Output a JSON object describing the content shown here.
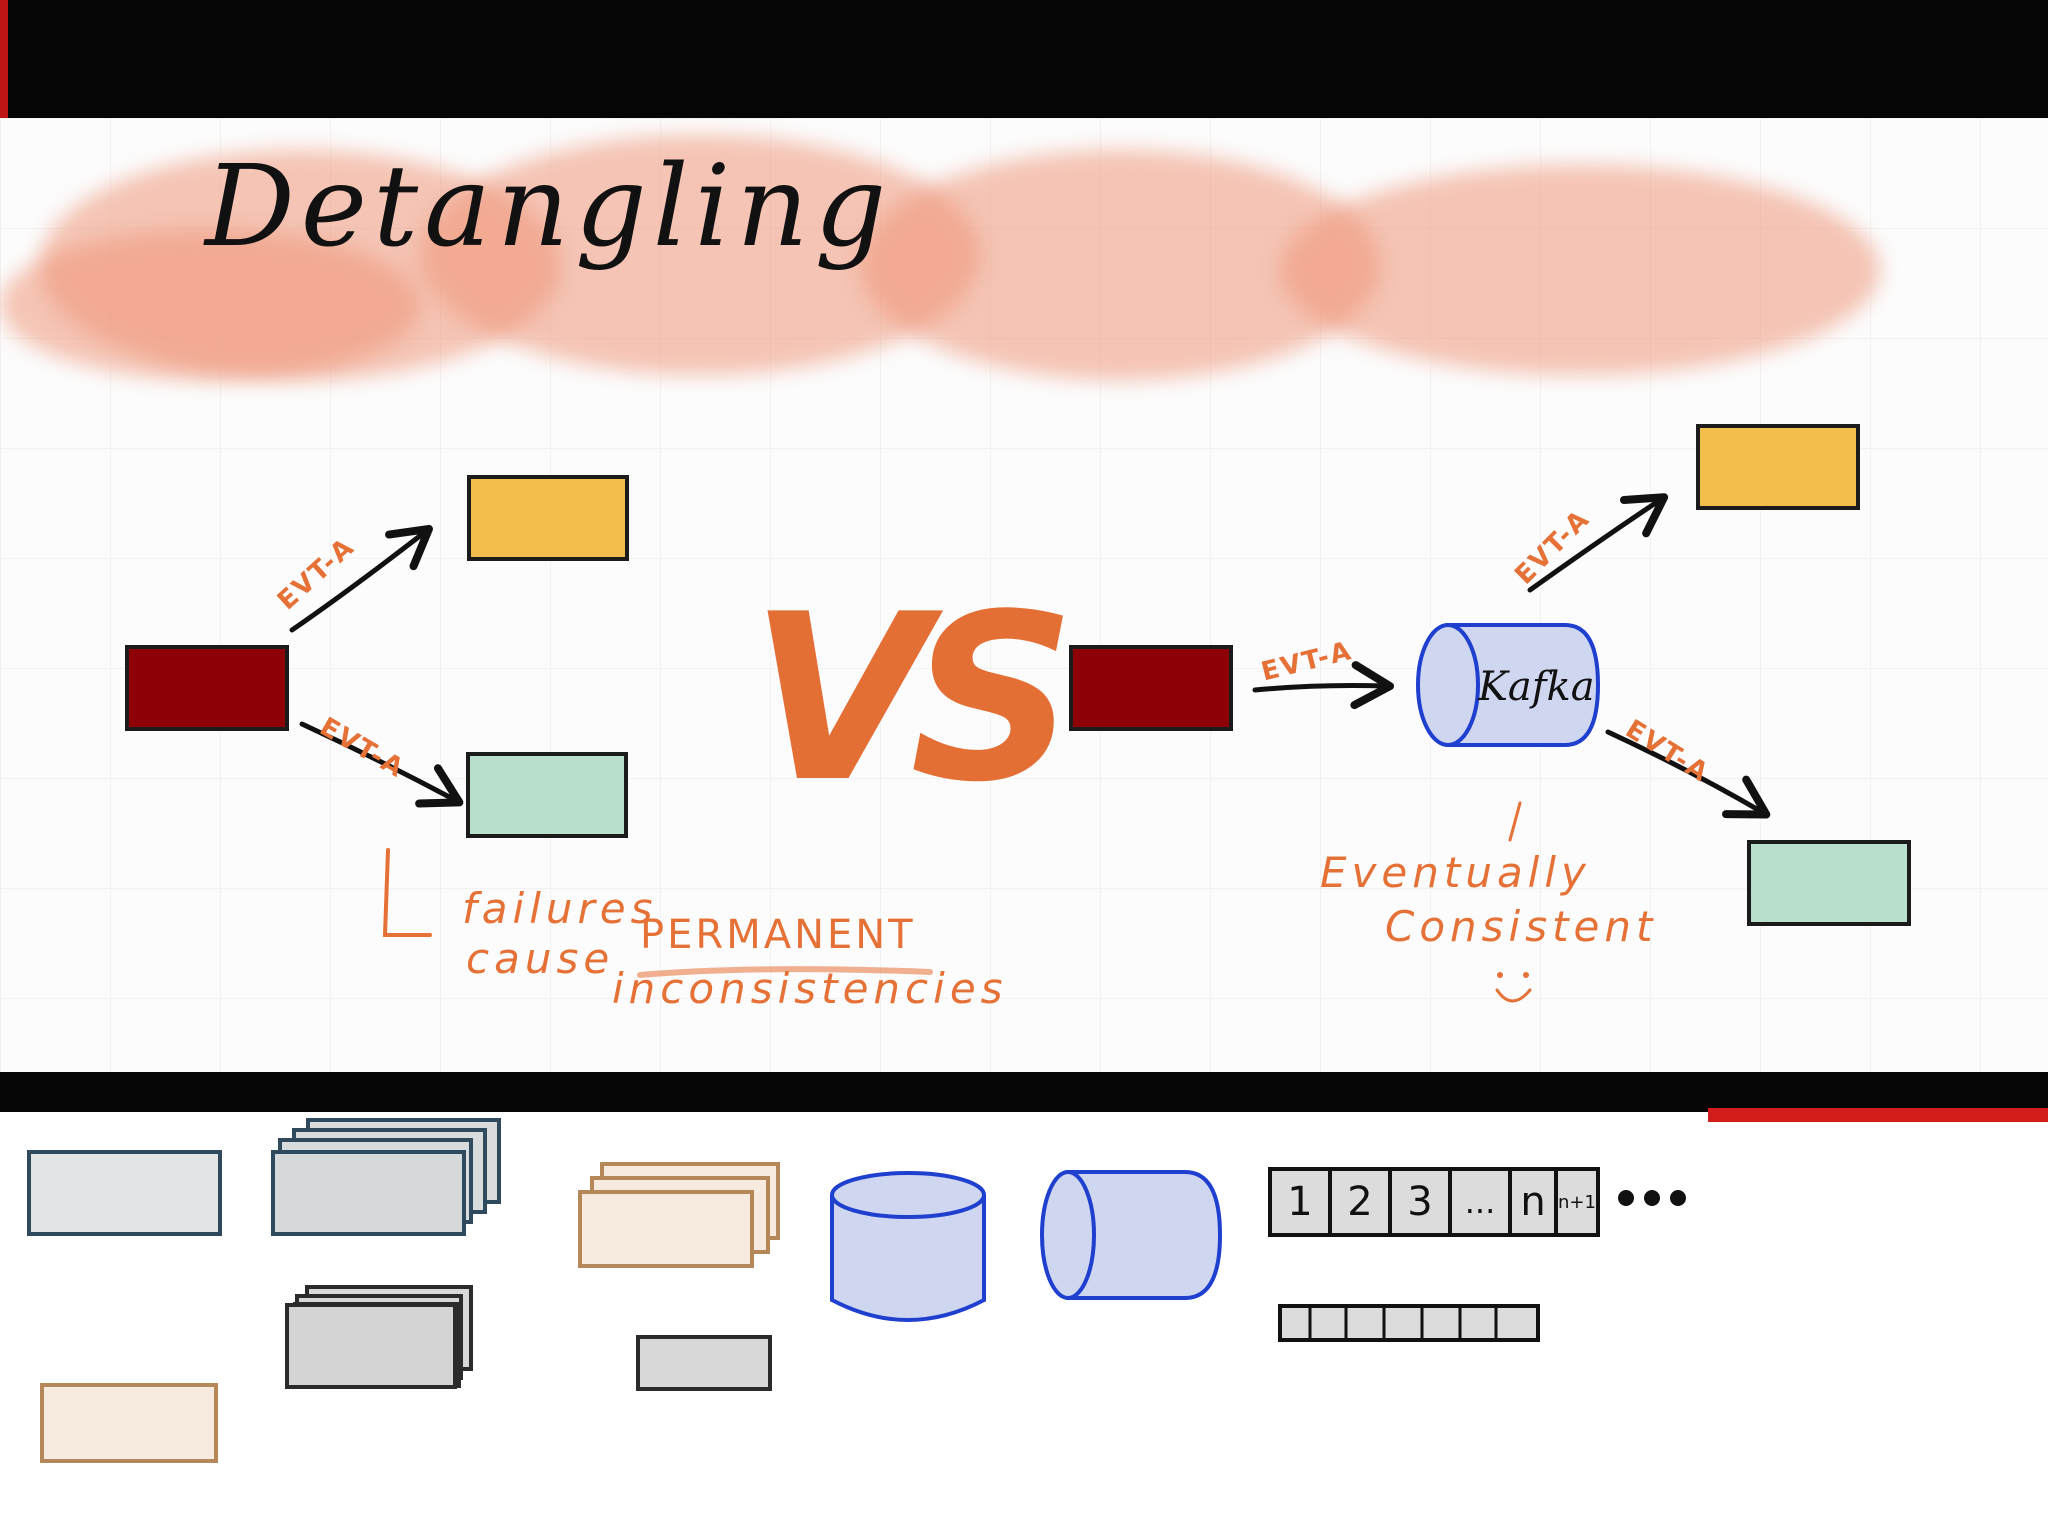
{
  "title": "Detangling",
  "vs_label": "VS",
  "colors": {
    "accent_orange": "#e57136",
    "producer_red": "#8d0006",
    "consumer_yellow": "#f2bd4a",
    "consumer_green": "#b7dfcc",
    "kafka_blue": "#cfd6f0",
    "kafka_outline": "#1f3fcf"
  },
  "left_diagram": {
    "edge_top_label": "EVT-A",
    "edge_bottom_label": "EVT-A",
    "note_line1": "failures",
    "note_line2": "cause",
    "note_emphasis": "PERMANENT",
    "note_line3": "inconsistencies"
  },
  "right_diagram": {
    "edge_to_kafka_label": "EVT-A",
    "edge_top_label": "EVT-A",
    "edge_bottom_label": "EVT-A",
    "kafka_label": "Kafka",
    "note_line1": "Eventually",
    "note_line2": "Consistent",
    "smiley": "☺"
  },
  "palette": {
    "sequence_cells": [
      "1",
      "2",
      "3",
      "...",
      "n",
      "n+1"
    ],
    "ellipsis_icon": "three-dots-icon"
  }
}
